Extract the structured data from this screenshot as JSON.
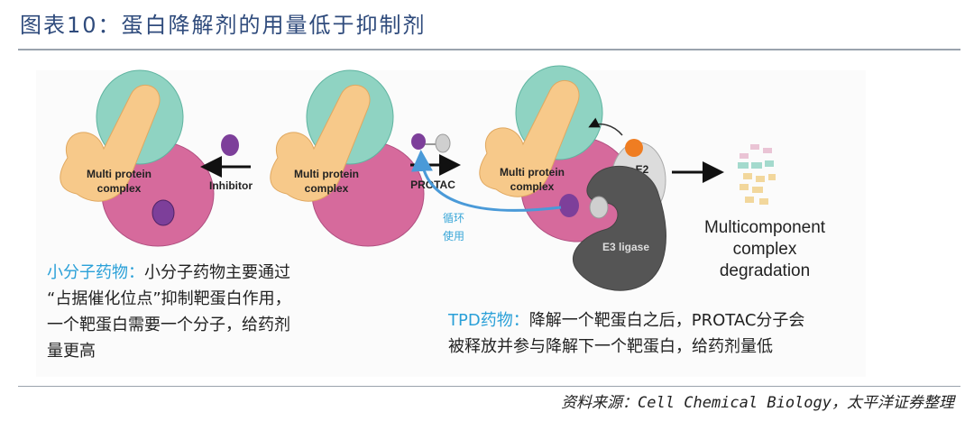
{
  "title": "图表10：蛋白降解剂的用量低于抑制剂",
  "diagram": {
    "complex_label_line1": "Multi protein",
    "complex_label_line2": "complex",
    "inhibitor_label": "Inhibitor",
    "protac_label": "PROTAC",
    "e2_label": "E2",
    "e3_label": "E3 ligase",
    "recycle_label_line1": "循环",
    "recycle_label_line2": "使用",
    "degradation_line1": "Multicomponent",
    "degradation_line2": "complex",
    "degradation_line3": "degradation"
  },
  "small_molecule": {
    "heading": "小分子药物：",
    "line1": "小分子药物主要通过",
    "line2": "“占据催化位点”抑制靶蛋白作用，",
    "line3": "一个靶蛋白需要一个分子，给药剂",
    "line4": "量更高"
  },
  "tpd": {
    "heading": "TPD药物：",
    "line1": "降解一个靶蛋白之后，PROTAC分子会",
    "line2": "被释放并参与降解下一个靶蛋白，给药剂量低"
  },
  "source": "资料来源：Cell Chemical Biology，太平洋证券整理",
  "colors": {
    "title": "#2f4b7c",
    "highlight": "#2aa0d8",
    "teal": "#8fd3c2",
    "orange": "#f7c98a",
    "pink": "#d66a9c",
    "purple": "#7d3f9a"
  }
}
